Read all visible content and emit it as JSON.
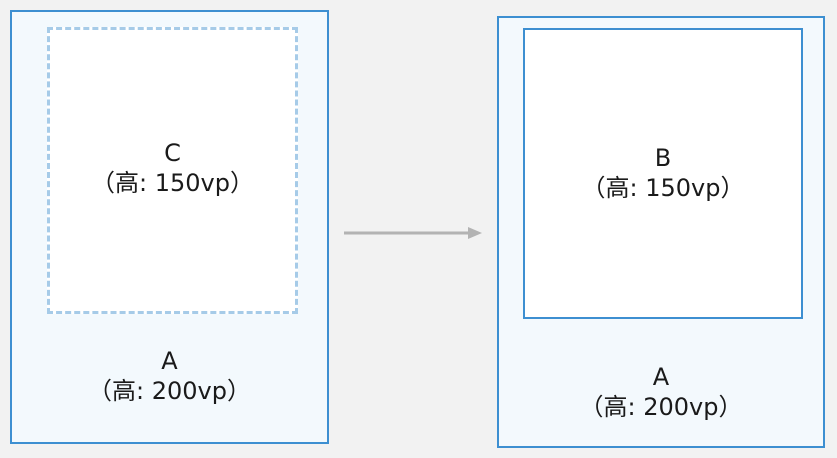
{
  "left_diagram": {
    "outer": {
      "name": "A",
      "height_text": "（高: 200vp）"
    },
    "inner": {
      "name": "C",
      "height_text": "（高: 150vp）"
    }
  },
  "right_diagram": {
    "outer": {
      "name": "A",
      "height_text": "（高: 200vp）"
    },
    "inner": {
      "name": "B",
      "height_text": "（高: 150vp）"
    }
  },
  "colors": {
    "outer_border": "#3d8fd1",
    "outer_fill": "#f3f9fd",
    "dashed_border": "#a6cbe8",
    "arrow": "#b3b3b3"
  }
}
